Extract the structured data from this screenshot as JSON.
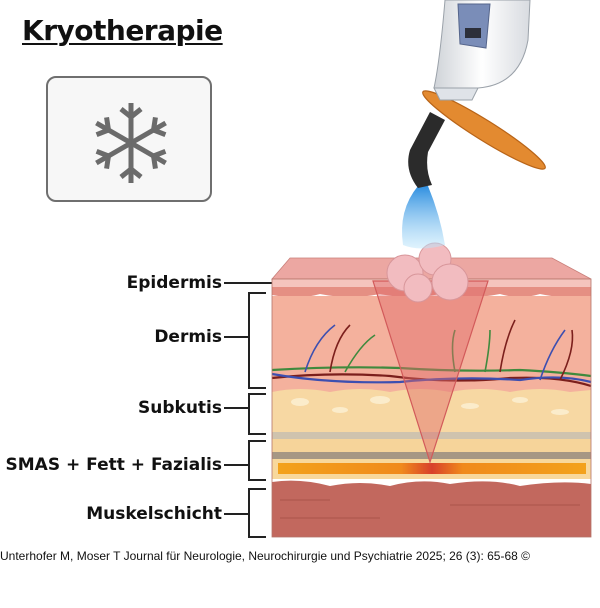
{
  "title": "Kryotherapie",
  "icon": {
    "name": "snowflake-icon",
    "color": "#6b6b6b"
  },
  "layers": [
    {
      "label": "Epidermis",
      "color": "#e9a99a"
    },
    {
      "label": "Dermis",
      "color": "#f0b49c"
    },
    {
      "label": "Subkutis",
      "color": "#f5d49a"
    },
    {
      "label": "SMAS + Fett + Fazialis",
      "color": "#f0a020"
    },
    {
      "label": "Muskelschicht",
      "color": "#c2685e"
    }
  ],
  "device": {
    "name": "cryo-applicator",
    "spray_color": "#3fa9e6",
    "shield_color": "#e5892e"
  },
  "caption": "Unterhofer M, Moser T Journal für Neurologie, Neurochirurgie und Psychiatrie 2025; 26 (3): 65-68 ©"
}
